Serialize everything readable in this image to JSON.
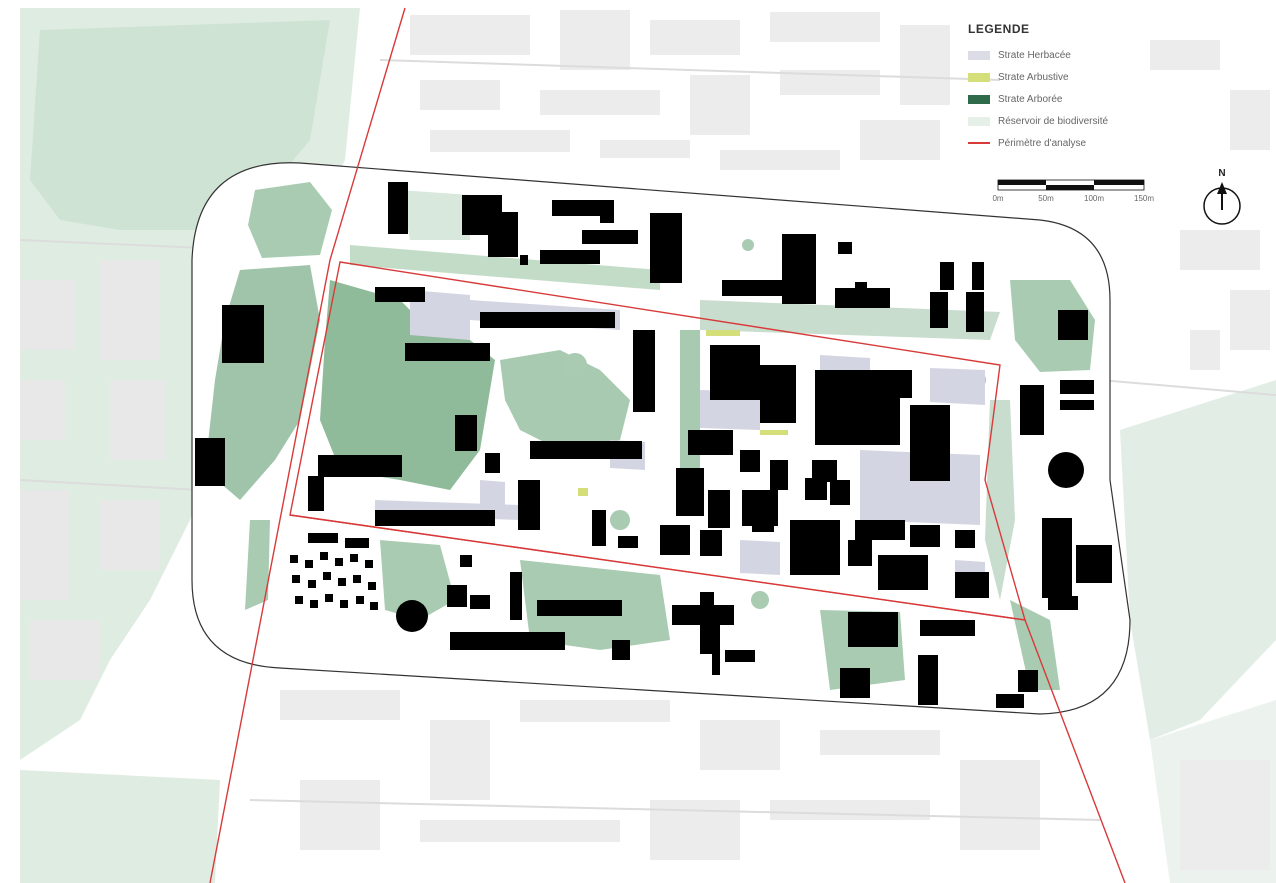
{
  "legend": {
    "title": "LEGENDE",
    "items": [
      {
        "label": "Strate Herbacée",
        "color": "#dcdce6",
        "kind": "fill"
      },
      {
        "label": "Strate Arbustive",
        "color": "#d4df7a",
        "kind": "fill"
      },
      {
        "label": "Strate Arborée",
        "color": "#2f6b4a",
        "kind": "fill"
      },
      {
        "label": "Réservoir de biodiversité",
        "color": "#e6efe8",
        "kind": "fill"
      },
      {
        "label": "Périmètre d'analyse",
        "color": "#d83a3a",
        "kind": "line"
      }
    ]
  },
  "scale": {
    "labels": [
      "0m",
      "50m",
      "100m",
      "150m"
    ]
  },
  "north": {
    "label": "N"
  },
  "colors": {
    "building": "#000000",
    "herbaceous": "#cfd0dd",
    "tree_green": "#9cc3a6",
    "reservoir_green": "#dfece2",
    "context_gray": "#e6e6e6",
    "perimeter_red": "#d83a3a"
  }
}
